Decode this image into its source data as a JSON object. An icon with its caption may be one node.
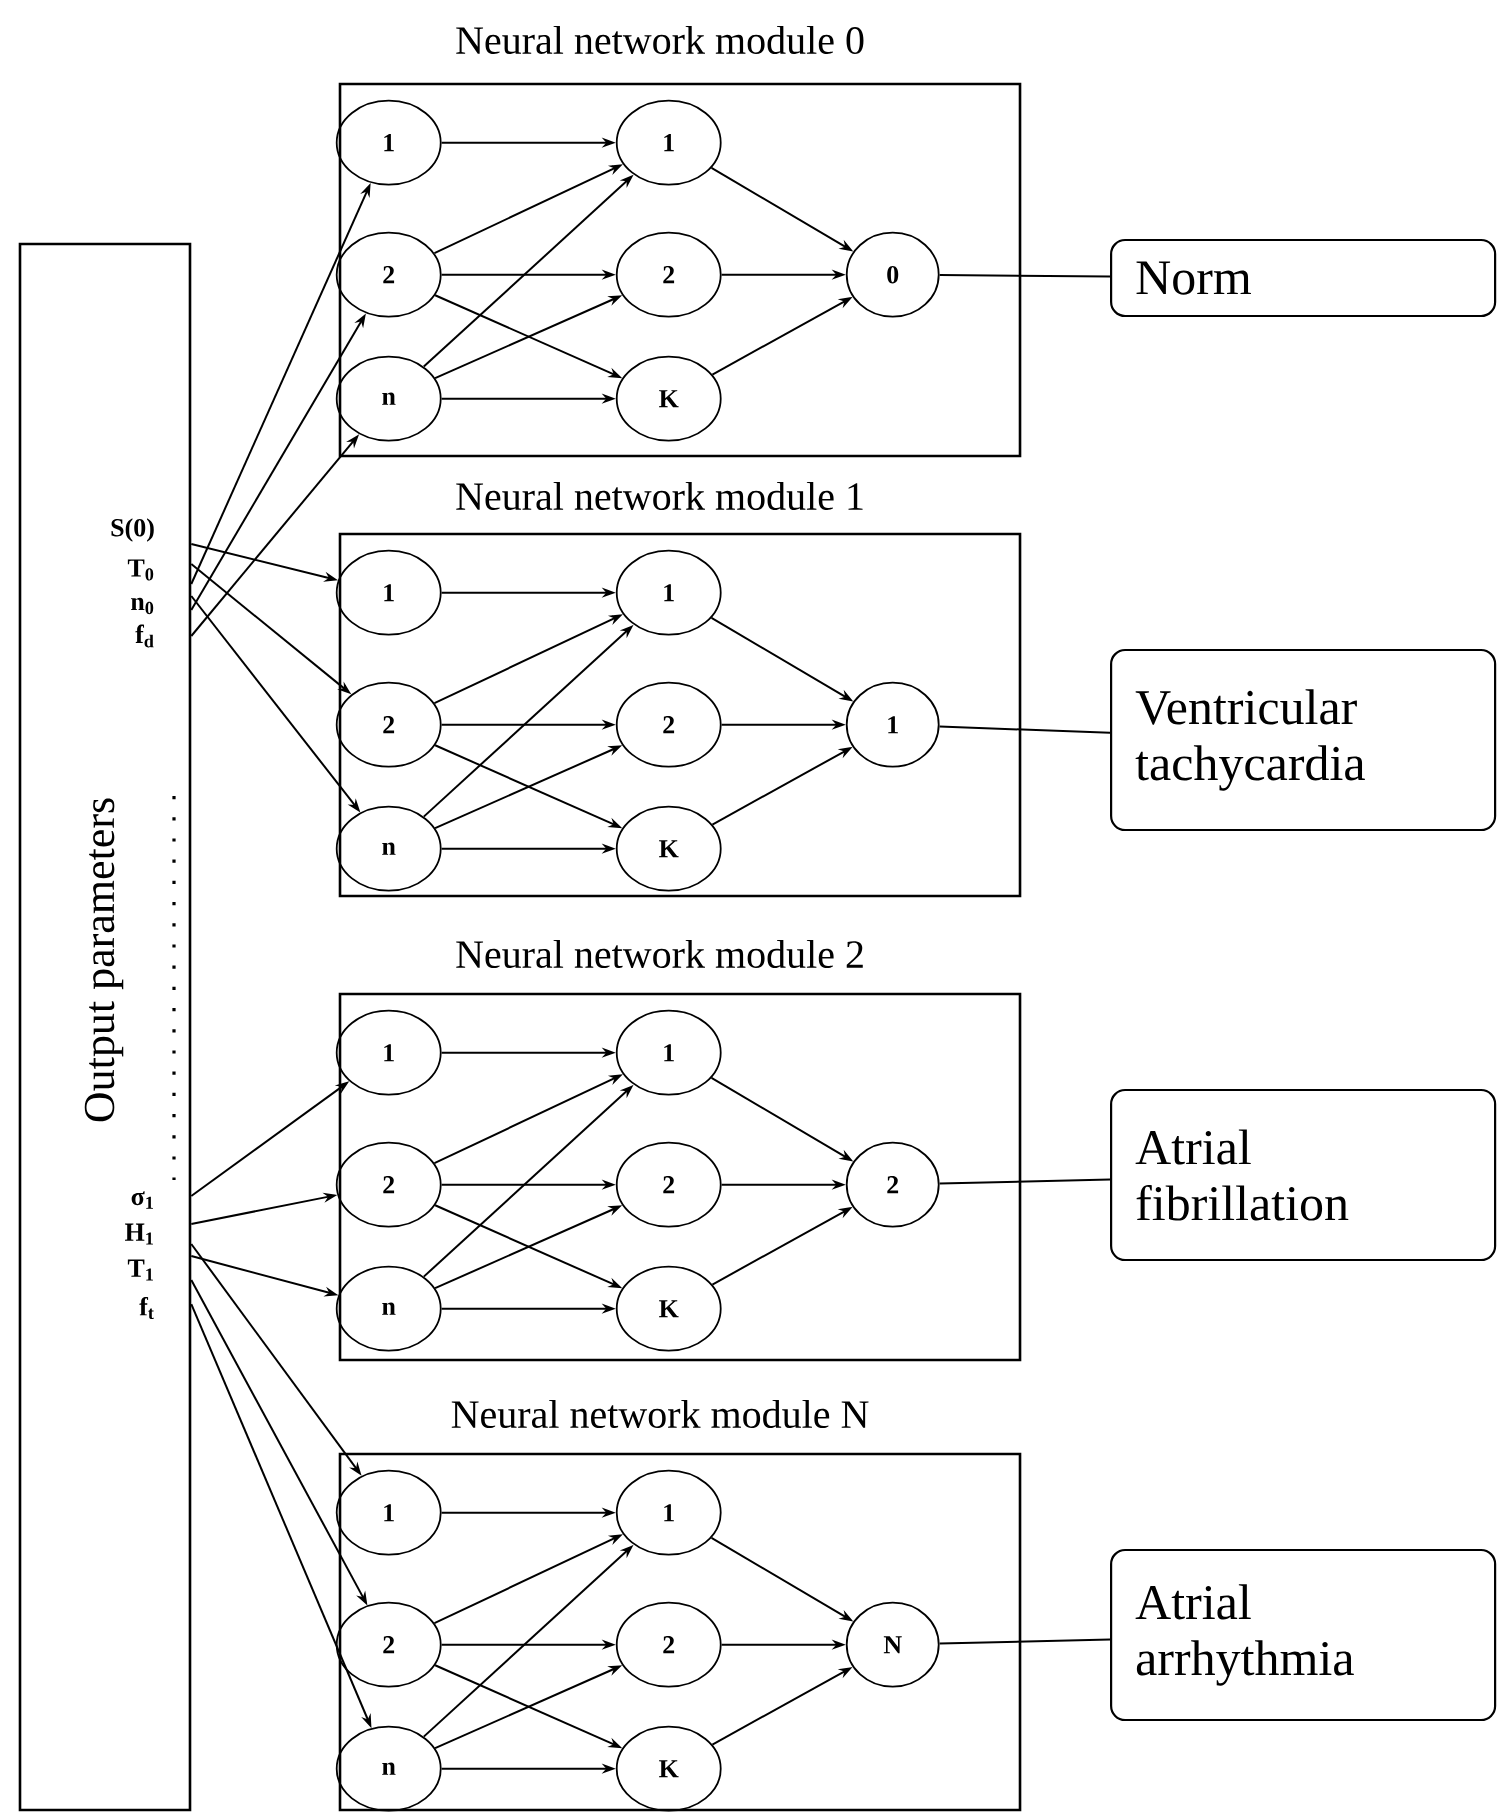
{
  "diagram": {
    "nodes": [
      {
        "text": [
          "Output parameters",
          "S(0)",
          "T$_{0}$",
          "n$_{0}$",
          "f$_{d}$",
          "σ$_{1}$",
          "H$_{1}$",
          "T$_{1}$",
          "f$_{t}$"
        ]
      },
      {
        "text": [
          "Neural network module 0"
        ]
      },
      {
        "text": [
          "1"
        ],
        "in": 1
      },
      {
        "text": [
          "2"
        ],
        "in": 1
      },
      {
        "text": [
          "n"
        ],
        "in": 1
      },
      {
        "text": [
          "1"
        ],
        "in": 1
      },
      {
        "text": [
          "2"
        ],
        "in": 1
      },
      {
        "text": [
          "K"
        ],
        "in": 1
      },
      {
        "text": [
          "0"
        ],
        "in": 1
      },
      {
        "text": [
          "Norm"
        ]
      },
      {
        "text": [
          "Neural network module 1"
        ]
      },
      {
        "text": [
          "1"
        ],
        "in": 10
      },
      {
        "text": [
          "2"
        ],
        "in": 10
      },
      {
        "text": [
          "n"
        ],
        "in": 10
      },
      {
        "text": [
          "1"
        ],
        "in": 10
      },
      {
        "text": [
          "2"
        ],
        "in": 10
      },
      {
        "text": [
          "K"
        ],
        "in": 10
      },
      {
        "text": [
          "1"
        ],
        "in": 10
      },
      {
        "text": [
          "Ventricular tachycardia"
        ]
      },
      {
        "text": [
          "Neural network module 2"
        ]
      },
      {
        "text": [
          "1"
        ],
        "in": 19
      },
      {
        "text": [
          "2"
        ],
        "in": 19
      },
      {
        "text": [
          "n"
        ],
        "in": 19
      },
      {
        "text": [
          "1"
        ],
        "in": 19
      },
      {
        "text": [
          "2"
        ],
        "in": 19
      },
      {
        "text": [
          "K"
        ],
        "in": 19
      },
      {
        "text": [
          "2"
        ],
        "in": 19
      },
      {
        "text": [
          "Atrial fibrillation"
        ]
      },
      {
        "text": [
          "Neural network module N"
        ]
      },
      {
        "text": [
          "1"
        ],
        "in": 28
      },
      {
        "text": [
          "2"
        ],
        "in": 28
      },
      {
        "text": [
          "n"
        ],
        "in": 28
      },
      {
        "text": [
          "1"
        ],
        "in": 28
      },
      {
        "text": [
          "2"
        ],
        "in": 28
      },
      {
        "text": [
          "K"
        ],
        "in": 28
      },
      {
        "text": [
          "N"
        ],
        "in": 28
      },
      {
        "text": [
          "Atrial arrhythmia"
        ]
      }
    ],
    "edges": [
      {
        "from": 0,
        "to": 2,
        "arrow": "to"
      },
      {
        "from": 0,
        "to": 3,
        "arrow": "to"
      },
      {
        "from": 0,
        "to": 4,
        "arrow": "to"
      },
      {
        "from": 2,
        "to": 5,
        "arrow": "to"
      },
      {
        "from": 3,
        "to": 5,
        "arrow": "to"
      },
      {
        "from": 3,
        "to": 6,
        "arrow": "to"
      },
      {
        "from": 3,
        "to": 7,
        "arrow": "to"
      },
      {
        "from": 4,
        "to": 5,
        "arrow": "to"
      },
      {
        "from": 4,
        "to": 6,
        "arrow": "to"
      },
      {
        "from": 4,
        "to": 7,
        "arrow": "to"
      },
      {
        "from": 5,
        "to": 8,
        "arrow": "to"
      },
      {
        "from": 6,
        "to": 8,
        "arrow": "to"
      },
      {
        "from": 7,
        "to": 8,
        "arrow": "to"
      },
      {
        "from": 8,
        "to": 9,
        "arrow": "none"
      },
      {
        "from": 0,
        "to": 11,
        "arrow": "to"
      },
      {
        "from": 0,
        "to": 12,
        "arrow": "to"
      },
      {
        "from": 0,
        "to": 13,
        "arrow": "to"
      },
      {
        "from": 11,
        "to": 14,
        "arrow": "to"
      },
      {
        "from": 12,
        "to": 14,
        "arrow": "to"
      },
      {
        "from": 12,
        "to": 15,
        "arrow": "to"
      },
      {
        "from": 12,
        "to": 16,
        "arrow": "to"
      },
      {
        "from": 13,
        "to": 14,
        "arrow": "to"
      },
      {
        "from": 13,
        "to": 15,
        "arrow": "to"
      },
      {
        "from": 13,
        "to": 16,
        "arrow": "to"
      },
      {
        "from": 14,
        "to": 17,
        "arrow": "to"
      },
      {
        "from": 15,
        "to": 17,
        "arrow": "to"
      },
      {
        "from": 16,
        "to": 17,
        "arrow": "to"
      },
      {
        "from": 17,
        "to": 18,
        "arrow": "none"
      },
      {
        "from": 0,
        "to": 20,
        "arrow": "to"
      },
      {
        "from": 0,
        "to": 21,
        "arrow": "to"
      },
      {
        "from": 0,
        "to": 22,
        "arrow": "to"
      },
      {
        "from": 20,
        "to": 23,
        "arrow": "to"
      },
      {
        "from": 21,
        "to": 23,
        "arrow": "to"
      },
      {
        "from": 21,
        "to": 24,
        "arrow": "to"
      },
      {
        "from": 21,
        "to": 25,
        "arrow": "to"
      },
      {
        "from": 22,
        "to": 23,
        "arrow": "to"
      },
      {
        "from": 22,
        "to": 24,
        "arrow": "to"
      },
      {
        "from": 22,
        "to": 25,
        "arrow": "to"
      },
      {
        "from": 23,
        "to": 26,
        "arrow": "to"
      },
      {
        "from": 24,
        "to": 26,
        "arrow": "to"
      },
      {
        "from": 25,
        "to": 26,
        "arrow": "to"
      },
      {
        "from": 26,
        "to": 27,
        "arrow": "none"
      },
      {
        "from": 0,
        "to": 29,
        "arrow": "to"
      },
      {
        "from": 0,
        "to": 30,
        "arrow": "to"
      },
      {
        "from": 0,
        "to": 31,
        "arrow": "to"
      },
      {
        "from": 29,
        "to": 32,
        "arrow": "to"
      },
      {
        "from": 30,
        "to": 32,
        "arrow": "to"
      },
      {
        "from": 30,
        "to": 33,
        "arrow": "to"
      },
      {
        "from": 30,
        "to": 34,
        "arrow": "to"
      },
      {
        "from": 31,
        "to": 32,
        "arrow": "to"
      },
      {
        "from": 31,
        "to": 33,
        "arrow": "to"
      },
      {
        "from": 31,
        "to": 34,
        "arrow": "to"
      },
      {
        "from": 32,
        "to": 35,
        "arrow": "to"
      },
      {
        "from": 33,
        "to": 35,
        "arrow": "to"
      },
      {
        "from": 34,
        "to": 35,
        "arrow": "to"
      },
      {
        "from": 35,
        "to": 36,
        "arrow": "none"
      }
    ]
  }
}
